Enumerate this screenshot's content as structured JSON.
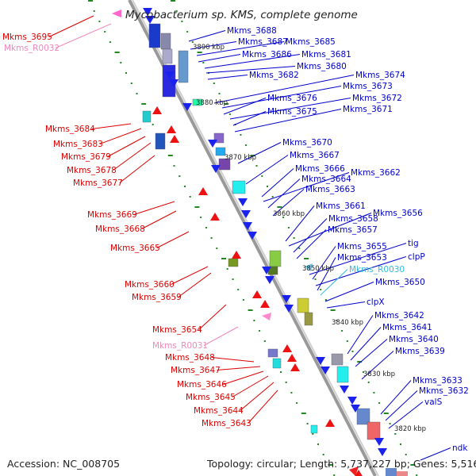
{
  "title": "Mycobacterium sp. KMS, complete genome",
  "accession": "Accession: NC_008705",
  "summary": "Topology: circular; Length: 5,737,227 bp; Genes: 5,516",
  "colors": {
    "label_left": "#dd0000",
    "label_right": "#0000cc",
    "label_rna_left": "#ee88bb",
    "label_rna_right": "#33bbdd",
    "backbone": "#888888",
    "tick": "#228822"
  },
  "kbp_ticks": [
    "3890 kbp",
    "3880 kbp",
    "3870 kbp",
    "3860 kbp",
    "3850 kbp",
    "3840 kbp",
    "3830 kbp",
    "3820 kbp"
  ],
  "left_labels": [
    {
      "text": "Mkms_3695",
      "kind": "gene"
    },
    {
      "text": "Mkms_R0032",
      "kind": "rna"
    },
    {
      "text": "Mkms_3684",
      "kind": "gene"
    },
    {
      "text": "Mkms_3683",
      "kind": "gene"
    },
    {
      "text": "Mkms_3679",
      "kind": "gene"
    },
    {
      "text": "Mkms_3678",
      "kind": "gene"
    },
    {
      "text": "Mkms_3677",
      "kind": "gene"
    },
    {
      "text": "Mkms_3669",
      "kind": "gene"
    },
    {
      "text": "Mkms_3668",
      "kind": "gene"
    },
    {
      "text": "Mkms_3665",
      "kind": "gene"
    },
    {
      "text": "Mkms_3660",
      "kind": "gene"
    },
    {
      "text": "Mkms_3659",
      "kind": "gene"
    },
    {
      "text": "Mkms_3654",
      "kind": "gene"
    },
    {
      "text": "Mkms_R0031",
      "kind": "rna"
    },
    {
      "text": "Mkms_3648",
      "kind": "gene"
    },
    {
      "text": "Mkms_3647",
      "kind": "gene"
    },
    {
      "text": "Mkms_3646",
      "kind": "gene"
    },
    {
      "text": "Mkms_3645",
      "kind": "gene"
    },
    {
      "text": "Mkms_3644",
      "kind": "gene"
    },
    {
      "text": "Mkms_3643",
      "kind": "gene"
    }
  ],
  "right_labels": [
    {
      "text": "Mkms_3688",
      "kind": "gene"
    },
    {
      "text": "Mkms_3687",
      "kind": "gene"
    },
    {
      "text": "Mkms_3685",
      "kind": "gene"
    },
    {
      "text": "Mkms_3686",
      "kind": "gene"
    },
    {
      "text": "Mkms_3681",
      "kind": "gene"
    },
    {
      "text": "Mkms_3680",
      "kind": "gene"
    },
    {
      "text": "Mkms_3682",
      "kind": "gene"
    },
    {
      "text": "Mkms_3674",
      "kind": "gene"
    },
    {
      "text": "Mkms_3673",
      "kind": "gene"
    },
    {
      "text": "Mkms_3676",
      "kind": "gene"
    },
    {
      "text": "Mkms_3672",
      "kind": "gene"
    },
    {
      "text": "Mkms_3675",
      "kind": "gene"
    },
    {
      "text": "Mkms_3671",
      "kind": "gene"
    },
    {
      "text": "Mkms_3670",
      "kind": "gene"
    },
    {
      "text": "Mkms_3667",
      "kind": "gene"
    },
    {
      "text": "Mkms_3666",
      "kind": "gene"
    },
    {
      "text": "Mkms_3662",
      "kind": "gene"
    },
    {
      "text": "Mkms_3664",
      "kind": "gene"
    },
    {
      "text": "Mkms_3663",
      "kind": "gene"
    },
    {
      "text": "Mkms_3661",
      "kind": "gene"
    },
    {
      "text": "Mkms_3656",
      "kind": "gene"
    },
    {
      "text": "Mkms_3658",
      "kind": "gene"
    },
    {
      "text": "Mkms_3657",
      "kind": "gene"
    },
    {
      "text": "tig",
      "kind": "gene"
    },
    {
      "text": "Mkms_3655",
      "kind": "gene"
    },
    {
      "text": "clpP",
      "kind": "gene"
    },
    {
      "text": "Mkms_3653",
      "kind": "gene"
    },
    {
      "text": "Mkms_R0030",
      "kind": "rna"
    },
    {
      "text": "Mkms_3650",
      "kind": "gene"
    },
    {
      "text": "clpX",
      "kind": "gene"
    },
    {
      "text": "Mkms_3642",
      "kind": "gene"
    },
    {
      "text": "Mkms_3641",
      "kind": "gene"
    },
    {
      "text": "Mkms_3640",
      "kind": "gene"
    },
    {
      "text": "Mkms_3639",
      "kind": "gene"
    },
    {
      "text": "Mkms_3633",
      "kind": "gene"
    },
    {
      "text": "Mkms_3632",
      "kind": "gene"
    },
    {
      "text": "valS",
      "kind": "gene"
    },
    {
      "text": "ndk",
      "kind": "gene"
    }
  ]
}
